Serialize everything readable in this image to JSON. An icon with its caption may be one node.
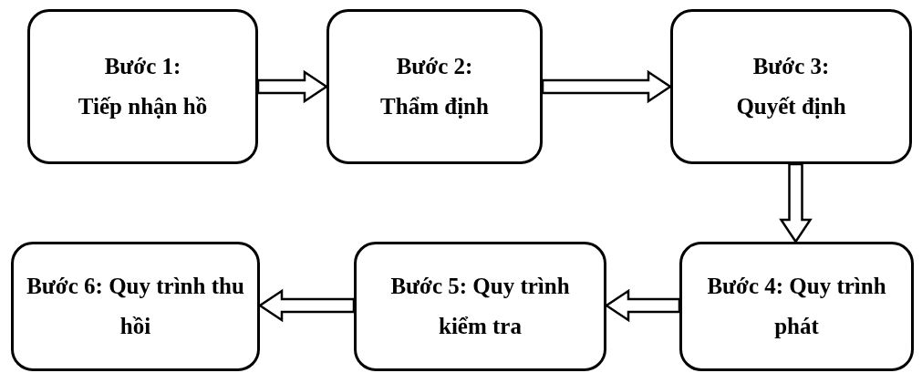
{
  "diagram": {
    "nodes": [
      {
        "text": [
          "Bước 1:",
          "Tiếp nhận hồ"
        ]
      },
      {
        "text": [
          "Bước 2:",
          "Thẩm định"
        ]
      },
      {
        "text": [
          "Bước 3:",
          "Quyết định"
        ]
      },
      {
        "text": [
          "Bước 4: Quy trình phát"
        ]
      },
      {
        "text": [
          "Bước 5: Quy trình kiểm tra"
        ]
      },
      {
        "text": [
          "Bước 6: Quy trình thu hồi"
        ]
      }
    ],
    "edges": [
      {
        "from": 0,
        "to": 1,
        "arrow": "to"
      },
      {
        "from": 1,
        "to": 2,
        "arrow": "to"
      },
      {
        "from": 2,
        "to": 3,
        "arrow": "to"
      },
      {
        "from": 3,
        "to": 4,
        "arrow": "to"
      },
      {
        "from": 4,
        "to": 5,
        "arrow": "to"
      }
    ]
  }
}
